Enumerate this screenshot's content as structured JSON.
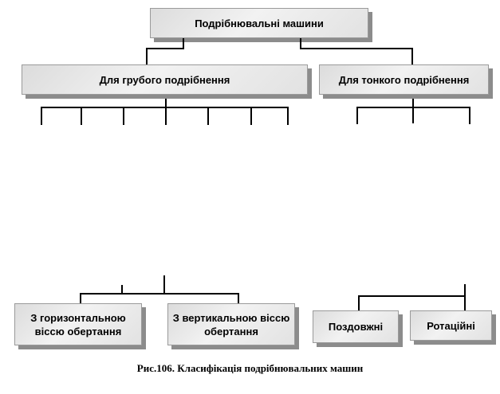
{
  "root": {
    "label": "Подрібнювальні машини"
  },
  "coarse": {
    "label": "Для грубого подрібнення"
  },
  "fine": {
    "label": "Для тонкого подрібнення"
  },
  "horizontal": {
    "label": "З горизонтальною віссю обертання"
  },
  "vertical": {
    "label": "З вертикальною віссю обертання"
  },
  "longitudinal": {
    "label": "Поздовжні"
  },
  "rotational": {
    "label": "Ротаційні"
  },
  "caption": {
    "text": "Рис.106. Класифікація подрібнювальних машин"
  }
}
